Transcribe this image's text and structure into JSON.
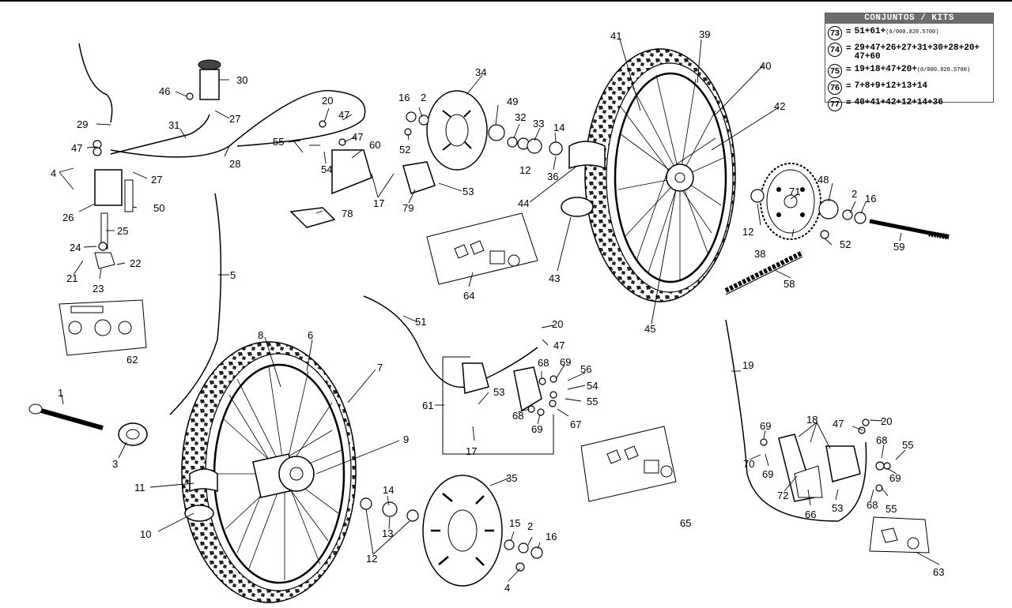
{
  "legend": {
    "title": "CONJUNTOS / KITS",
    "kits": [
      {
        "num": "73",
        "formula": "51+61+",
        "ref": "(0/000.820.5700)"
      },
      {
        "num": "74",
        "formula": "29+47+26+27+31+30+28+20+47+60",
        "ref": ""
      },
      {
        "num": "75",
        "formula": "19+18+47+20+",
        "ref": "(0/000.820.5700)"
      },
      {
        "num": "76",
        "formula": "7+8+9+12+13+14",
        "ref": ""
      },
      {
        "num": "77",
        "formula": "40+41+42+12+14+36",
        "ref": ""
      }
    ]
  },
  "callouts": {
    "c1": "1",
    "c2a": "2",
    "c2b": "2",
    "c2c": "2",
    "c3": "3",
    "c4a": "4",
    "c4b": "4",
    "c5": "5",
    "c6": "6",
    "c7": "7",
    "c8": "8",
    "c9": "9",
    "c10": "10",
    "c11": "11",
    "c12a": "12",
    "c12b": "12",
    "c12c": "12",
    "c13": "13",
    "c14a": "14",
    "c14b": "14",
    "c15": "15",
    "c16a": "16",
    "c16b": "16",
    "c16c": "16",
    "c17a": "17",
    "c17b": "17",
    "c18": "18",
    "c19": "19",
    "c20a": "20",
    "c20b": "20",
    "c20c": "20",
    "c21": "21",
    "c22": "22",
    "c23": "23",
    "c24": "24",
    "c25": "25",
    "c26": "26",
    "c27a": "27",
    "c27b": "27",
    "c28": "28",
    "c29": "29",
    "c30": "30",
    "c31": "31",
    "c32": "32",
    "c33": "33",
    "c34": "34",
    "c35": "35",
    "c36": "36",
    "c38": "38",
    "c39": "39",
    "c40": "40",
    "c41": "41",
    "c42": "42",
    "c43": "43",
    "c44": "44",
    "c45": "45",
    "c46": "46",
    "c47a": "47",
    "c47b": "47",
    "c47c": "47",
    "c47d": "47",
    "c48": "48",
    "c49": "49",
    "c50": "50",
    "c51": "51",
    "c52a": "52",
    "c52b": "52",
    "c53a": "53",
    "c53b": "53",
    "c53c": "53",
    "c54a": "54",
    "c54b": "54",
    "c55a": "55",
    "c55b": "55",
    "c55c": "55",
    "c55d": "55",
    "c56": "56",
    "c58": "58",
    "c59": "59",
    "c60": "60",
    "c61": "61",
    "c62": "62",
    "c63": "63",
    "c64": "64",
    "c65": "65",
    "c66": "66",
    "c67": "67",
    "c68a": "68",
    "c68b": "68",
    "c68c": "68",
    "c68d": "68",
    "c69a": "69",
    "c69b": "69",
    "c69c": "69",
    "c69d": "69",
    "c69e": "69",
    "c70": "70",
    "c71": "71",
    "c72": "72",
    "c78": "78",
    "c79": "79"
  }
}
